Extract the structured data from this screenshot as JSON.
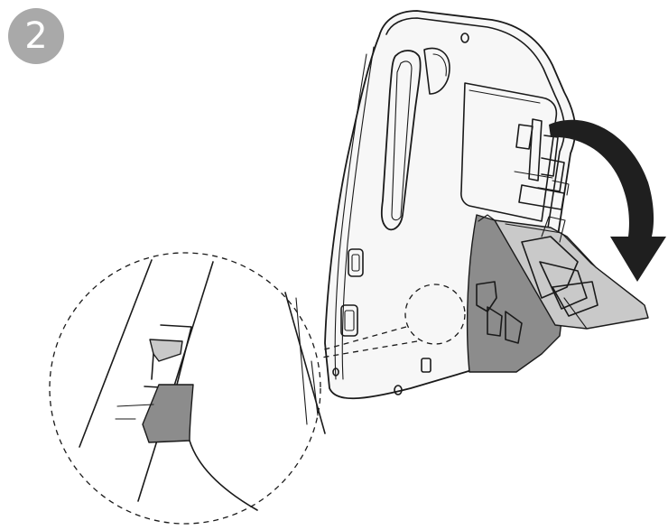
{
  "step": {
    "number": "2",
    "badge_color": "#a9a9a9"
  },
  "figure": {
    "icons": [
      "device-back-view",
      "stand-bracket",
      "rotation-arrow",
      "zoom-callout",
      "release-clip"
    ]
  }
}
